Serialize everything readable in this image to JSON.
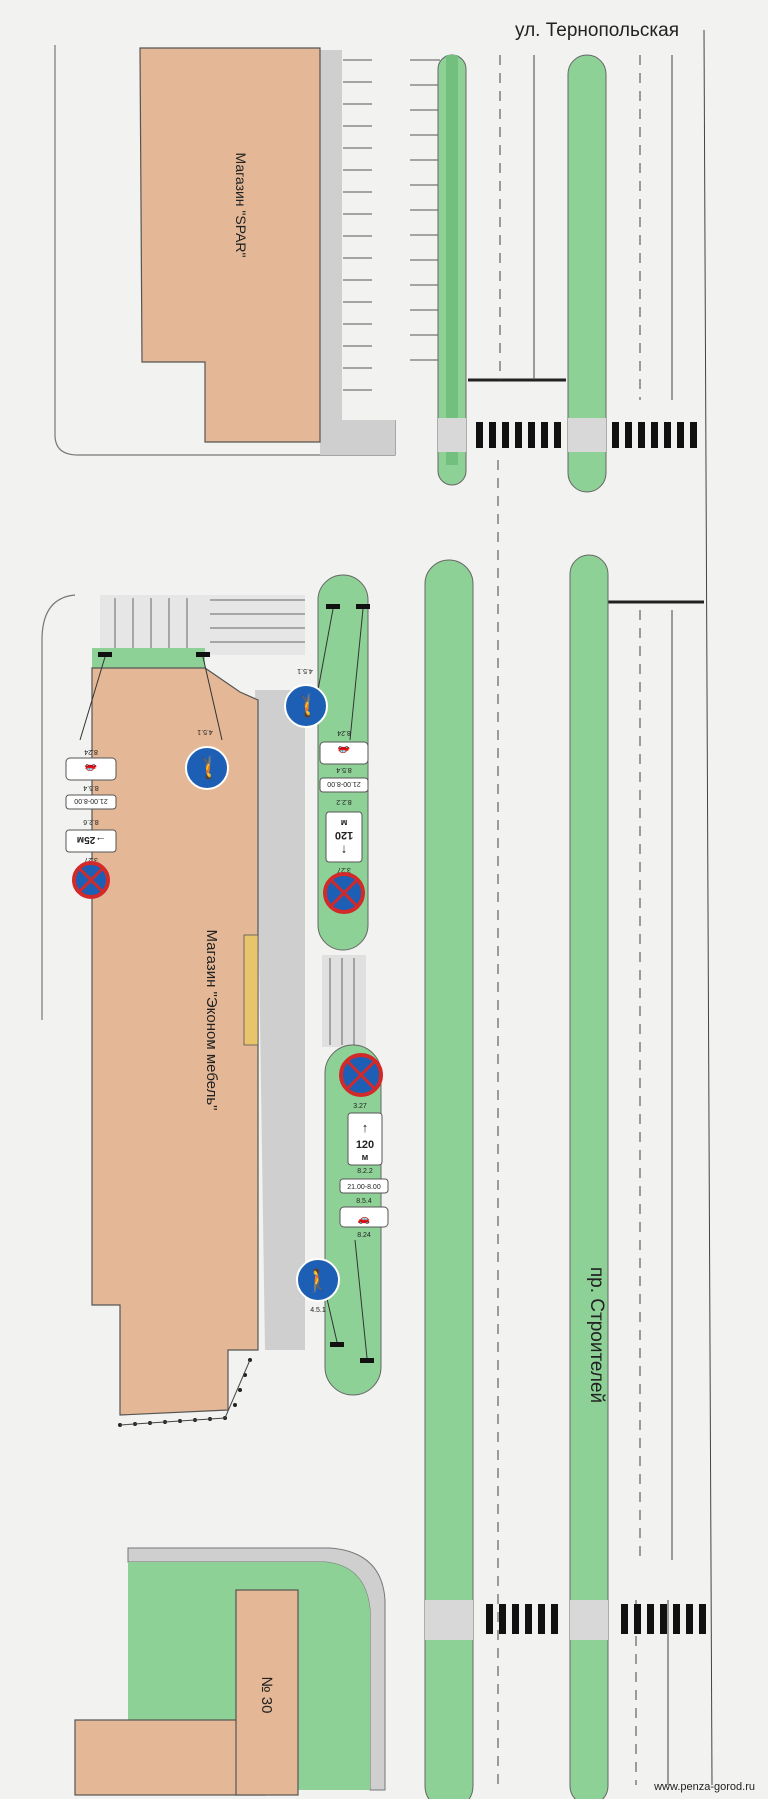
{
  "streets": {
    "ternopolskaya": "ул. Тернопольская",
    "stroiteley": "пр. Строителей"
  },
  "buildings": {
    "spar": "Магазин \"SPAR\"",
    "ekonom_mebel": "Магазин \"Эконом мебель\"",
    "house_30": "№ 30"
  },
  "sign_codes": {
    "no_stopping": "3.27",
    "pedestrian": "4.5.1",
    "direction": "8.2.2",
    "direction_25": "8.2.6",
    "time": "8.5.4",
    "tow": "8.24"
  },
  "plates": {
    "distance_120_top": "120",
    "distance_120_bottom": "120",
    "unit": "м",
    "distance_25": "25м",
    "time_range": "21.00-8.00"
  },
  "watermark": "www.penza-gorod.ru",
  "colors": {
    "building": "#e4b896",
    "grass": "#8ed196",
    "sidewalk": "#cfcfcf",
    "road": "#f4f4f2",
    "sign_blue": "#1d5fb5",
    "sign_red": "#d22a2a"
  }
}
